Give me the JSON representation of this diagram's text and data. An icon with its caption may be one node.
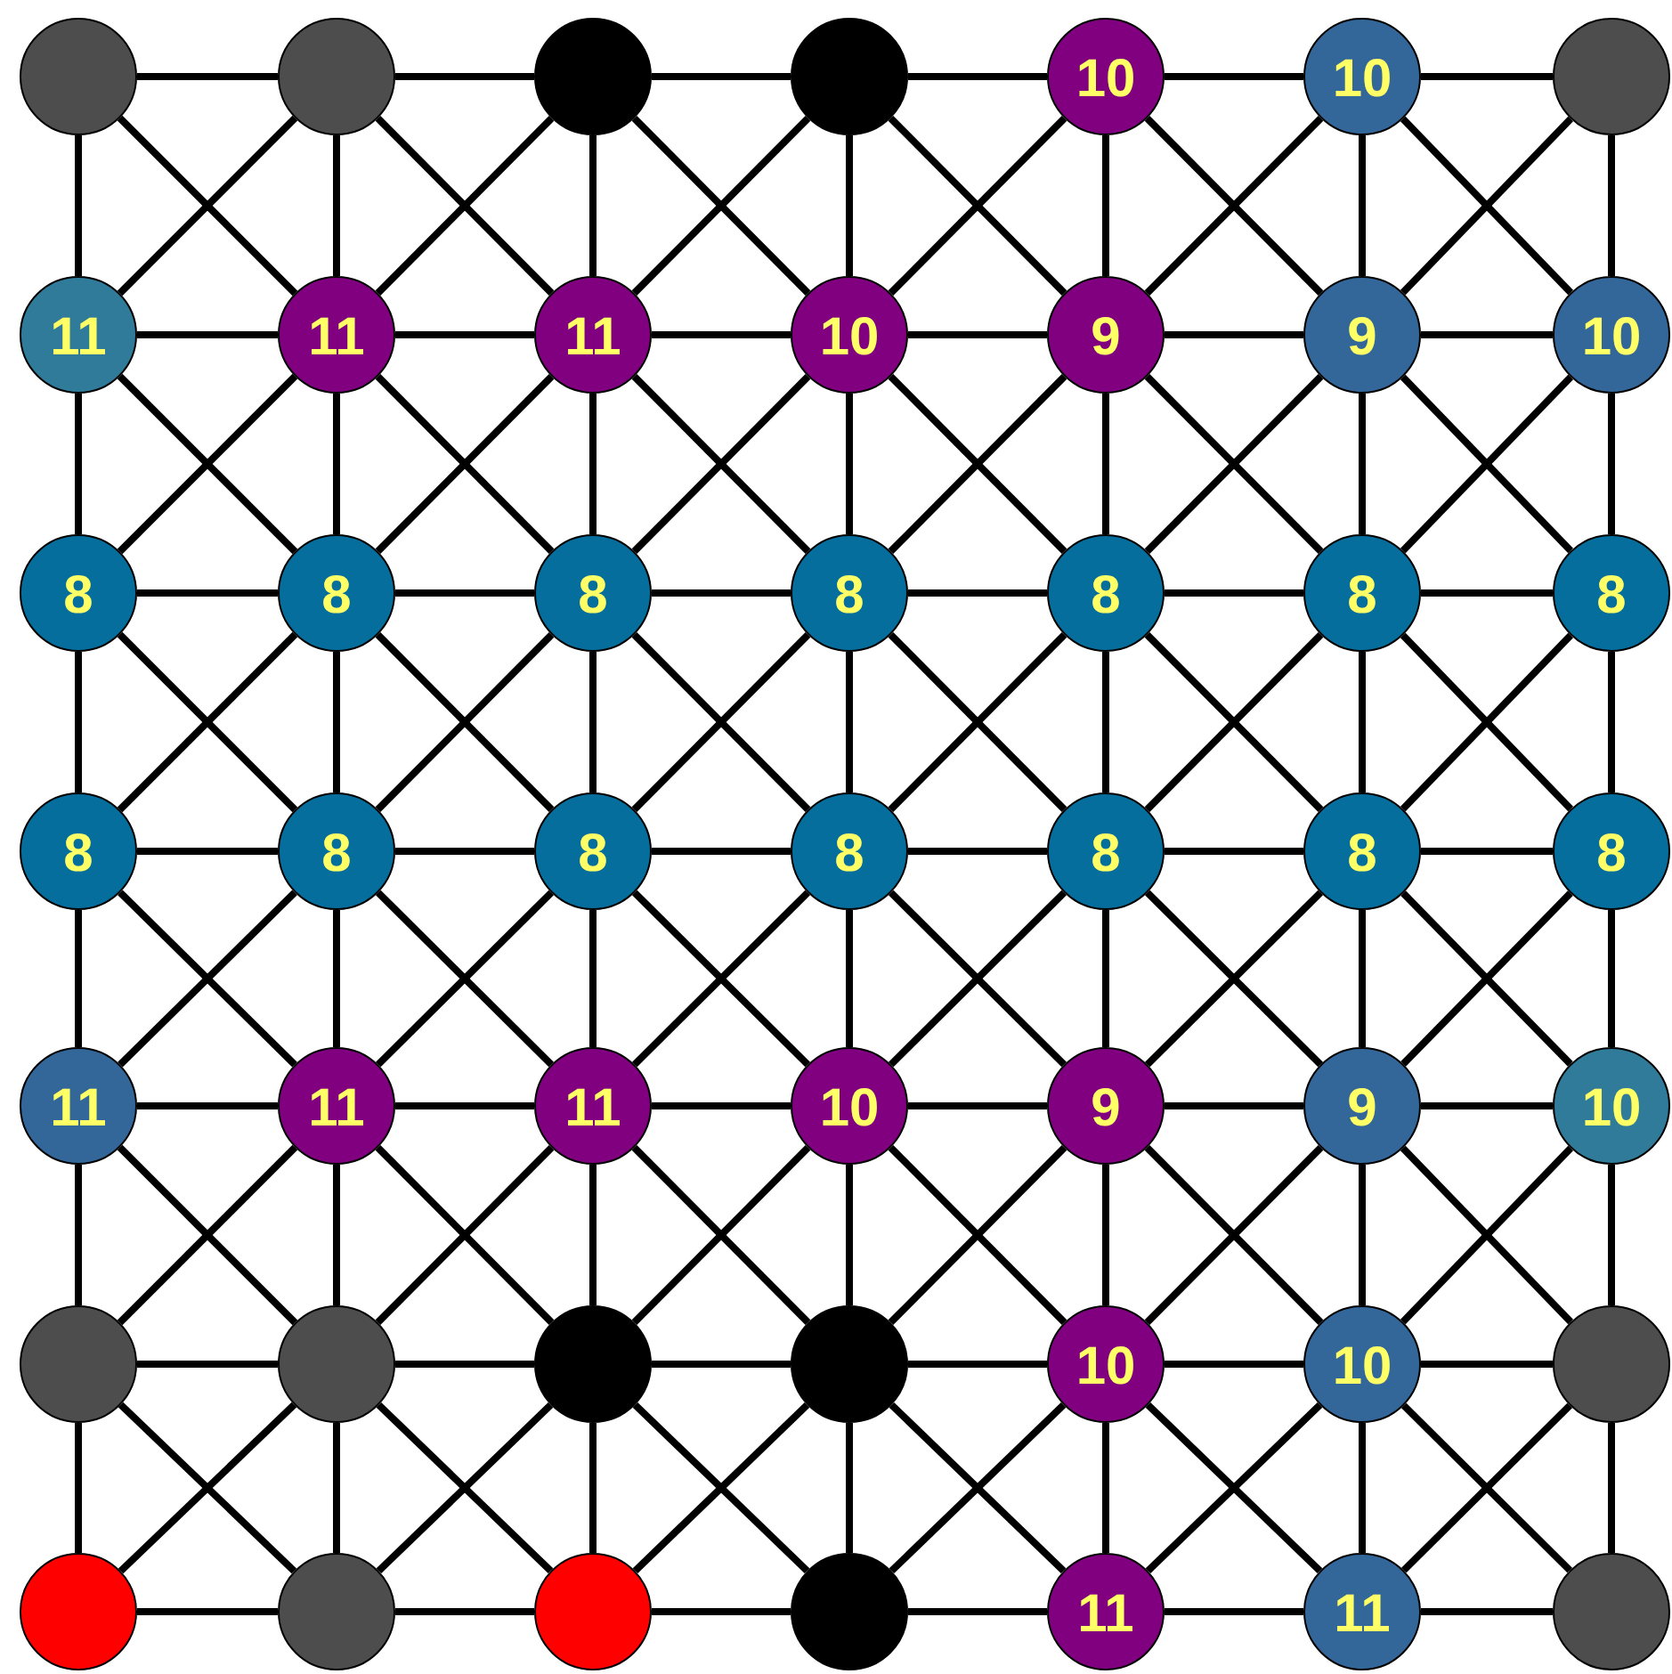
{
  "diagram": {
    "nodes": [
      {
        "text": [],
        "shape": "circle"
      },
      {
        "text": [],
        "shape": "circle"
      },
      {
        "text": [],
        "shape": "circle"
      },
      {
        "text": [],
        "shape": "circle"
      },
      {
        "text": [
          "10"
        ]
      },
      {
        "text": [
          "10"
        ]
      },
      {
        "text": [],
        "shape": "circle"
      },
      {
        "text": [
          "11"
        ]
      },
      {
        "text": [
          "11"
        ]
      },
      {
        "text": [
          "11"
        ]
      },
      {
        "text": [
          "10"
        ]
      },
      {
        "text": [
          "9"
        ]
      },
      {
        "text": [
          "9"
        ]
      },
      {
        "text": [
          "10"
        ]
      },
      {
        "text": [
          "8"
        ]
      },
      {
        "text": [
          "8"
        ]
      },
      {
        "text": [
          "8"
        ]
      },
      {
        "text": [
          "8"
        ]
      },
      {
        "text": [
          "8"
        ]
      },
      {
        "text": [
          "8"
        ]
      },
      {
        "text": [
          "8"
        ]
      },
      {
        "text": [
          "8"
        ]
      },
      {
        "text": [
          "8"
        ]
      },
      {
        "text": [
          "8"
        ]
      },
      {
        "text": [
          "8"
        ]
      },
      {
        "text": [
          "8"
        ]
      },
      {
        "text": [
          "8"
        ]
      },
      {
        "text": [
          "8"
        ]
      },
      {
        "text": [
          "11"
        ]
      },
      {
        "text": [
          "11"
        ]
      },
      {
        "text": [
          "11"
        ]
      },
      {
        "text": [
          "10"
        ]
      },
      {
        "text": [
          "9"
        ]
      },
      {
        "text": [
          "9"
        ]
      },
      {
        "text": [
          "10"
        ]
      },
      {
        "text": [],
        "shape": "circle"
      },
      {
        "text": [],
        "shape": "circle"
      },
      {
        "text": [],
        "shape": "circle"
      },
      {
        "text": [],
        "shape": "circle"
      },
      {
        "text": [
          "10"
        ]
      },
      {
        "text": [
          "10"
        ]
      },
      {
        "text": [],
        "shape": "circle"
      },
      {
        "text": [],
        "shape": "circle"
      },
      {
        "text": [],
        "shape": "circle"
      },
      {
        "text": [],
        "shape": "circle"
      },
      {
        "text": [],
        "shape": "circle"
      },
      {
        "text": [
          "11"
        ]
      },
      {
        "text": [
          "11"
        ]
      },
      {
        "text": [],
        "shape": "circle"
      }
    ],
    "edges": [
      {
        "from": 0,
        "to": 1,
        "arrow": "none"
      },
      {
        "from": 0,
        "to": 7,
        "arrow": "none"
      },
      {
        "from": 0,
        "to": 8,
        "arrow": "none"
      },
      {
        "from": 1,
        "to": 2,
        "arrow": "none"
      },
      {
        "from": 1,
        "to": 8,
        "arrow": "none"
      },
      {
        "from": 1,
        "to": 9,
        "arrow": "none"
      },
      {
        "from": 1,
        "to": 7,
        "arrow": "none"
      },
      {
        "from": 2,
        "to": 3,
        "arrow": "none"
      },
      {
        "from": 2,
        "to": 9,
        "arrow": "none"
      },
      {
        "from": 2,
        "to": 10,
        "arrow": "none"
      },
      {
        "from": 2,
        "to": 8,
        "arrow": "none"
      },
      {
        "from": 3,
        "to": 4,
        "arrow": "none"
      },
      {
        "from": 3,
        "to": 10,
        "arrow": "none"
      },
      {
        "from": 3,
        "to": 11,
        "arrow": "none"
      },
      {
        "from": 3,
        "to": 9,
        "arrow": "none"
      },
      {
        "from": 4,
        "to": 5,
        "arrow": "none"
      },
      {
        "from": 4,
        "to": 11,
        "arrow": "none"
      },
      {
        "from": 4,
        "to": 12,
        "arrow": "none"
      },
      {
        "from": 4,
        "to": 10,
        "arrow": "none"
      },
      {
        "from": 5,
        "to": 6,
        "arrow": "none"
      },
      {
        "from": 5,
        "to": 12,
        "arrow": "none"
      },
      {
        "from": 5,
        "to": 13,
        "arrow": "none"
      },
      {
        "from": 5,
        "to": 11,
        "arrow": "none"
      },
      {
        "from": 6,
        "to": 13,
        "arrow": "none"
      },
      {
        "from": 6,
        "to": 12,
        "arrow": "none"
      },
      {
        "from": 7,
        "to": 8,
        "arrow": "none"
      },
      {
        "from": 7,
        "to": 14,
        "arrow": "none"
      },
      {
        "from": 7,
        "to": 15,
        "arrow": "none"
      },
      {
        "from": 8,
        "to": 9,
        "arrow": "none"
      },
      {
        "from": 8,
        "to": 15,
        "arrow": "none"
      },
      {
        "from": 8,
        "to": 16,
        "arrow": "none"
      },
      {
        "from": 8,
        "to": 14,
        "arrow": "none"
      },
      {
        "from": 9,
        "to": 10,
        "arrow": "none"
      },
      {
        "from": 9,
        "to": 16,
        "arrow": "none"
      },
      {
        "from": 9,
        "to": 17,
        "arrow": "none"
      },
      {
        "from": 9,
        "to": 15,
        "arrow": "none"
      },
      {
        "from": 10,
        "to": 11,
        "arrow": "none"
      },
      {
        "from": 10,
        "to": 17,
        "arrow": "none"
      },
      {
        "from": 10,
        "to": 18,
        "arrow": "none"
      },
      {
        "from": 10,
        "to": 16,
        "arrow": "none"
      },
      {
        "from": 11,
        "to": 12,
        "arrow": "none"
      },
      {
        "from": 11,
        "to": 18,
        "arrow": "none"
      },
      {
        "from": 11,
        "to": 19,
        "arrow": "none"
      },
      {
        "from": 11,
        "to": 17,
        "arrow": "none"
      },
      {
        "from": 12,
        "to": 13,
        "arrow": "none"
      },
      {
        "from": 12,
        "to": 19,
        "arrow": "none"
      },
      {
        "from": 12,
        "to": 20,
        "arrow": "none"
      },
      {
        "from": 12,
        "to": 18,
        "arrow": "none"
      },
      {
        "from": 13,
        "to": 20,
        "arrow": "none"
      },
      {
        "from": 13,
        "to": 19,
        "arrow": "none"
      },
      {
        "from": 14,
        "to": 15,
        "arrow": "none"
      },
      {
        "from": 14,
        "to": 21,
        "arrow": "none"
      },
      {
        "from": 14,
        "to": 22,
        "arrow": "none"
      },
      {
        "from": 15,
        "to": 16,
        "arrow": "none"
      },
      {
        "from": 15,
        "to": 22,
        "arrow": "none"
      },
      {
        "from": 15,
        "to": 23,
        "arrow": "none"
      },
      {
        "from": 15,
        "to": 21,
        "arrow": "none"
      },
      {
        "from": 16,
        "to": 17,
        "arrow": "none"
      },
      {
        "from": 16,
        "to": 23,
        "arrow": "none"
      },
      {
        "from": 16,
        "to": 24,
        "arrow": "none"
      },
      {
        "from": 16,
        "to": 22,
        "arrow": "none"
      },
      {
        "from": 17,
        "to": 18,
        "arrow": "none"
      },
      {
        "from": 17,
        "to": 24,
        "arrow": "none"
      },
      {
        "from": 17,
        "to": 25,
        "arrow": "none"
      },
      {
        "from": 17,
        "to": 23,
        "arrow": "none"
      },
      {
        "from": 18,
        "to": 19,
        "arrow": "none"
      },
      {
        "from": 18,
        "to": 25,
        "arrow": "none"
      },
      {
        "from": 18,
        "to": 26,
        "arrow": "none"
      },
      {
        "from": 18,
        "to": 24,
        "arrow": "none"
      },
      {
        "from": 19,
        "to": 20,
        "arrow": "none"
      },
      {
        "from": 19,
        "to": 26,
        "arrow": "none"
      },
      {
        "from": 19,
        "to": 27,
        "arrow": "none"
      },
      {
        "from": 19,
        "to": 25,
        "arrow": "none"
      },
      {
        "from": 20,
        "to": 27,
        "arrow": "none"
      },
      {
        "from": 20,
        "to": 26,
        "arrow": "none"
      },
      {
        "from": 21,
        "to": 22,
        "arrow": "none"
      },
      {
        "from": 21,
        "to": 28,
        "arrow": "none"
      },
      {
        "from": 21,
        "to": 29,
        "arrow": "none"
      },
      {
        "from": 22,
        "to": 23,
        "arrow": "none"
      },
      {
        "from": 22,
        "to": 29,
        "arrow": "none"
      },
      {
        "from": 22,
        "to": 30,
        "arrow": "none"
      },
      {
        "from": 22,
        "to": 28,
        "arrow": "none"
      },
      {
        "from": 23,
        "to": 24,
        "arrow": "none"
      },
      {
        "from": 23,
        "to": 30,
        "arrow": "none"
      },
      {
        "from": 23,
        "to": 31,
        "arrow": "none"
      },
      {
        "from": 23,
        "to": 29,
        "arrow": "none"
      },
      {
        "from": 24,
        "to": 25,
        "arrow": "none"
      },
      {
        "from": 24,
        "to": 31,
        "arrow": "none"
      },
      {
        "from": 24,
        "to": 32,
        "arrow": "none"
      },
      {
        "from": 24,
        "to": 30,
        "arrow": "none"
      },
      {
        "from": 25,
        "to": 26,
        "arrow": "none"
      },
      {
        "from": 25,
        "to": 32,
        "arrow": "none"
      },
      {
        "from": 25,
        "to": 33,
        "arrow": "none"
      },
      {
        "from": 25,
        "to": 31,
        "arrow": "none"
      },
      {
        "from": 26,
        "to": 27,
        "arrow": "none"
      },
      {
        "from": 26,
        "to": 33,
        "arrow": "none"
      },
      {
        "from": 26,
        "to": 34,
        "arrow": "none"
      },
      {
        "from": 26,
        "to": 32,
        "arrow": "none"
      },
      {
        "from": 27,
        "to": 34,
        "arrow": "none"
      },
      {
        "from": 27,
        "to": 33,
        "arrow": "none"
      },
      {
        "from": 28,
        "to": 29,
        "arrow": "none"
      },
      {
        "from": 28,
        "to": 35,
        "arrow": "none"
      },
      {
        "from": 28,
        "to": 36,
        "arrow": "none"
      },
      {
        "from": 29,
        "to": 30,
        "arrow": "none"
      },
      {
        "from": 29,
        "to": 36,
        "arrow": "none"
      },
      {
        "from": 29,
        "to": 37,
        "arrow": "none"
      },
      {
        "from": 29,
        "to": 35,
        "arrow": "none"
      },
      {
        "from": 30,
        "to": 31,
        "arrow": "none"
      },
      {
        "from": 30,
        "to": 37,
        "arrow": "none"
      },
      {
        "from": 30,
        "to": 38,
        "arrow": "none"
      },
      {
        "from": 30,
        "to": 36,
        "arrow": "none"
      },
      {
        "from": 31,
        "to": 32,
        "arrow": "none"
      },
      {
        "from": 31,
        "to": 38,
        "arrow": "none"
      },
      {
        "from": 31,
        "to": 39,
        "arrow": "none"
      },
      {
        "from": 31,
        "to": 37,
        "arrow": "none"
      },
      {
        "from": 32,
        "to": 33,
        "arrow": "none"
      },
      {
        "from": 32,
        "to": 39,
        "arrow": "none"
      },
      {
        "from": 32,
        "to": 40,
        "arrow": "none"
      },
      {
        "from": 32,
        "to": 38,
        "arrow": "none"
      },
      {
        "from": 33,
        "to": 34,
        "arrow": "none"
      },
      {
        "from": 33,
        "to": 40,
        "arrow": "none"
      },
      {
        "from": 33,
        "to": 41,
        "arrow": "none"
      },
      {
        "from": 33,
        "to": 39,
        "arrow": "none"
      },
      {
        "from": 34,
        "to": 41,
        "arrow": "none"
      },
      {
        "from": 34,
        "to": 40,
        "arrow": "none"
      },
      {
        "from": 35,
        "to": 36,
        "arrow": "none"
      },
      {
        "from": 35,
        "to": 42,
        "arrow": "none"
      },
      {
        "from": 35,
        "to": 43,
        "arrow": "none"
      },
      {
        "from": 36,
        "to": 37,
        "arrow": "none"
      },
      {
        "from": 36,
        "to": 43,
        "arrow": "none"
      },
      {
        "from": 36,
        "to": 44,
        "arrow": "none"
      },
      {
        "from": 36,
        "to": 42,
        "arrow": "none"
      },
      {
        "from": 37,
        "to": 38,
        "arrow": "none"
      },
      {
        "from": 37,
        "to": 44,
        "arrow": "none"
      },
      {
        "from": 37,
        "to": 45,
        "arrow": "none"
      },
      {
        "from": 37,
        "to": 43,
        "arrow": "none"
      },
      {
        "from": 38,
        "to": 39,
        "arrow": "none"
      },
      {
        "from": 38,
        "to": 45,
        "arrow": "none"
      },
      {
        "from": 38,
        "to": 46,
        "arrow": "none"
      },
      {
        "from": 38,
        "to": 44,
        "arrow": "none"
      },
      {
        "from": 39,
        "to": 40,
        "arrow": "none"
      },
      {
        "from": 39,
        "to": 46,
        "arrow": "none"
      },
      {
        "from": 39,
        "to": 47,
        "arrow": "none"
      },
      {
        "from": 39,
        "to": 45,
        "arrow": "none"
      },
      {
        "from": 40,
        "to": 41,
        "arrow": "none"
      },
      {
        "from": 40,
        "to": 47,
        "arrow": "none"
      },
      {
        "from": 40,
        "to": 48,
        "arrow": "none"
      },
      {
        "from": 40,
        "to": 46,
        "arrow": "none"
      },
      {
        "from": 41,
        "to": 48,
        "arrow": "none"
      },
      {
        "from": 41,
        "to": 47,
        "arrow": "none"
      },
      {
        "from": 42,
        "to": 43,
        "arrow": "none"
      },
      {
        "from": 43,
        "to": 44,
        "arrow": "none"
      },
      {
        "from": 44,
        "to": 45,
        "arrow": "none"
      },
      {
        "from": 45,
        "to": 46,
        "arrow": "none"
      },
      {
        "from": 46,
        "to": 47,
        "arrow": "none"
      },
      {
        "from": 47,
        "to": 48,
        "arrow": "none"
      }
    ]
  }
}
